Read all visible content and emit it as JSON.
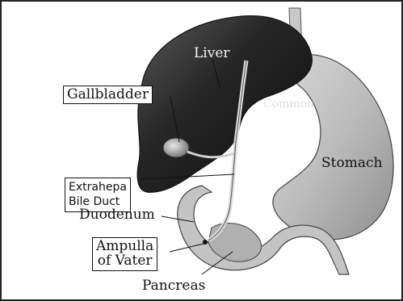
{
  "labels": {
    "liver": "Liver",
    "gallbladder": "Gallbladder",
    "common": "Common",
    "stomach": "Stomach",
    "extrahepatic_line1": "Extrahepa",
    "extrahepatic_line2": "Bile Duct",
    "duodenum": "Duodenum",
    "ampulla_line1": "Ampulla",
    "ampulla_line2": "of Vater",
    "pancreas": "Pancreas"
  }
}
